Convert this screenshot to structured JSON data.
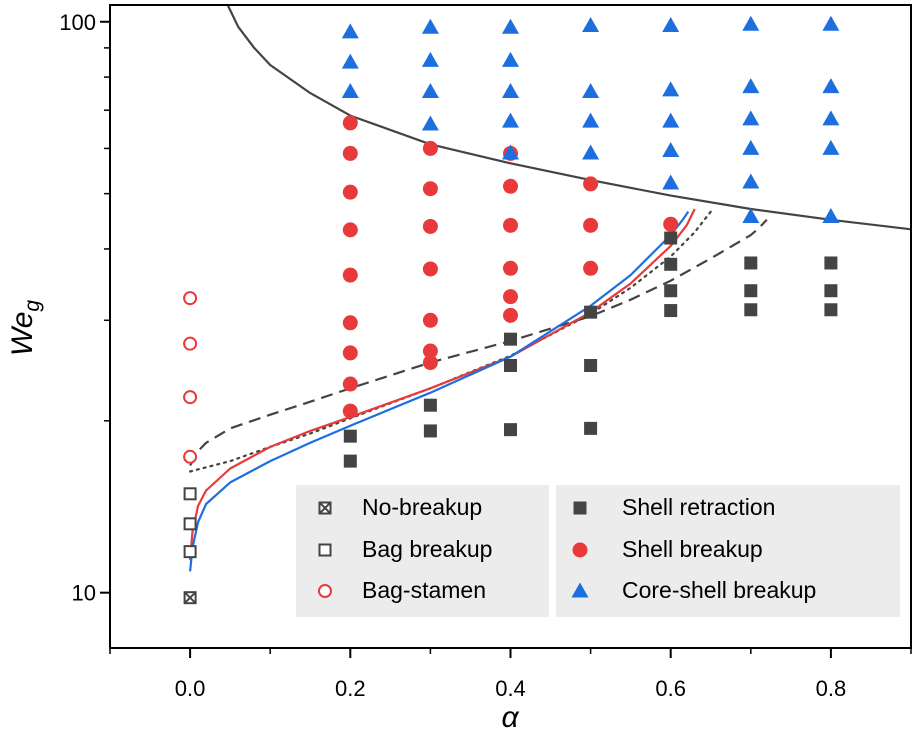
{
  "chart_data": {
    "type": "scatter",
    "xlabel": "α",
    "ylabel": "We",
    "ylabel_sub": "g",
    "xlim": [
      -0.1,
      0.9
    ],
    "ylim": [
      8.0,
      107.0
    ],
    "y_scale": "log",
    "x_ticks": [
      0.0,
      0.2,
      0.4,
      0.6,
      0.8
    ],
    "x_tick_labels": [
      "0.0",
      "0.2",
      "0.4",
      "0.6",
      "0.8"
    ],
    "y_ticks": [
      10,
      100
    ],
    "y_tick_labels": [
      "10",
      "100"
    ],
    "grid": false,
    "colors": {
      "gray": "#444444",
      "red": "#e83a3a",
      "blue": "#1d6fe0",
      "legend_bg": "#ececec"
    },
    "legend_left": [
      {
        "label": "No-breakup",
        "marker": "crossed-square"
      },
      {
        "label": "Bag breakup",
        "marker": "open-square"
      },
      {
        "label": "Bag-stamen",
        "marker": "open-circle"
      }
    ],
    "legend_right": [
      {
        "label": "Shell retraction",
        "marker": "filled-square"
      },
      {
        "label": "Shell breakup",
        "marker": "filled-circle"
      },
      {
        "label": "Core-shell breakup",
        "marker": "filled-triangle"
      }
    ],
    "series": [
      {
        "name": "No-breakup",
        "marker": "crossed-square",
        "color": "#444444",
        "points": [
          [
            0.0,
            9.8
          ]
        ]
      },
      {
        "name": "Bag breakup",
        "marker": "open-square",
        "color": "#444444",
        "points": [
          [
            0.0,
            11.8
          ],
          [
            0.0,
            13.2
          ],
          [
            0.0,
            14.9
          ]
        ]
      },
      {
        "name": "Bag-stamen",
        "marker": "open-circle",
        "color": "#e83a3a",
        "points": [
          [
            0.0,
            17.3
          ],
          [
            0.0,
            22.0
          ],
          [
            0.0,
            27.3
          ],
          [
            0.0,
            32.8
          ]
        ]
      },
      {
        "name": "Shell retraction",
        "marker": "filled-square",
        "color": "#444444",
        "points": [
          [
            0.2,
            17.0
          ],
          [
            0.2,
            18.8
          ],
          [
            0.3,
            19.2
          ],
          [
            0.3,
            21.3
          ],
          [
            0.4,
            19.3
          ],
          [
            0.4,
            25.0
          ],
          [
            0.4,
            27.8
          ],
          [
            0.5,
            19.4
          ],
          [
            0.5,
            25.0
          ],
          [
            0.5,
            31.0
          ],
          [
            0.6,
            31.2
          ],
          [
            0.6,
            33.8
          ],
          [
            0.6,
            37.6
          ],
          [
            0.6,
            41.8
          ],
          [
            0.7,
            31.3
          ],
          [
            0.7,
            33.8
          ],
          [
            0.7,
            37.8
          ],
          [
            0.8,
            31.3
          ],
          [
            0.8,
            33.8
          ],
          [
            0.8,
            37.8
          ]
        ]
      },
      {
        "name": "Shell breakup",
        "marker": "filled-circle",
        "color": "#e83a3a",
        "points": [
          [
            0.2,
            20.8
          ],
          [
            0.2,
            23.2
          ],
          [
            0.2,
            26.3
          ],
          [
            0.2,
            29.7
          ],
          [
            0.2,
            36.0
          ],
          [
            0.2,
            43.2
          ],
          [
            0.2,
            50.3
          ],
          [
            0.2,
            58.8
          ],
          [
            0.2,
            66.5
          ],
          [
            0.3,
            25.3
          ],
          [
            0.3,
            26.5
          ],
          [
            0.3,
            30.0
          ],
          [
            0.3,
            36.9
          ],
          [
            0.3,
            43.8
          ],
          [
            0.3,
            51.0
          ],
          [
            0.3,
            60.0
          ],
          [
            0.4,
            30.6
          ],
          [
            0.4,
            33.0
          ],
          [
            0.4,
            37.0
          ],
          [
            0.4,
            44.0
          ],
          [
            0.4,
            51.5
          ],
          [
            0.4,
            58.8
          ],
          [
            0.5,
            37.0
          ],
          [
            0.5,
            44.0
          ],
          [
            0.5,
            52.0
          ],
          [
            0.6,
            44.2
          ]
        ]
      },
      {
        "name": "Core-shell breakup",
        "marker": "filled-triangle",
        "color": "#1d6fe0",
        "points": [
          [
            0.2,
            75.5
          ],
          [
            0.2,
            85.0
          ],
          [
            0.2,
            96.0
          ],
          [
            0.3,
            66.2
          ],
          [
            0.3,
            75.5
          ],
          [
            0.3,
            85.6
          ],
          [
            0.3,
            97.8
          ],
          [
            0.4,
            58.9
          ],
          [
            0.4,
            67.0
          ],
          [
            0.4,
            75.5
          ],
          [
            0.4,
            85.6
          ],
          [
            0.4,
            97.8
          ],
          [
            0.5,
            58.9
          ],
          [
            0.5,
            67.0
          ],
          [
            0.5,
            75.5
          ],
          [
            0.5,
            98.5
          ],
          [
            0.6,
            52.2
          ],
          [
            0.6,
            59.5
          ],
          [
            0.6,
            67.0
          ],
          [
            0.6,
            76.0
          ],
          [
            0.6,
            98.5
          ],
          [
            0.7,
            45.6
          ],
          [
            0.7,
            52.4
          ],
          [
            0.7,
            60.0
          ],
          [
            0.7,
            67.6
          ],
          [
            0.7,
            77.0
          ],
          [
            0.7,
            99.0
          ],
          [
            0.8,
            45.6
          ],
          [
            0.8,
            60.0
          ],
          [
            0.8,
            67.6
          ],
          [
            0.8,
            77.0
          ],
          [
            0.8,
            99.0
          ]
        ]
      }
    ],
    "curves": [
      {
        "style": "solid",
        "color": "#444444",
        "points": [
          [
            0.047,
            107.0
          ],
          [
            0.06,
            98.0
          ],
          [
            0.08,
            90.0
          ],
          [
            0.1,
            84.0
          ],
          [
            0.15,
            75.0
          ],
          [
            0.2,
            68.5
          ],
          [
            0.3,
            61.0
          ],
          [
            0.4,
            56.5
          ],
          [
            0.5,
            52.8
          ],
          [
            0.6,
            49.6
          ],
          [
            0.7,
            47.0
          ],
          [
            0.8,
            45.0
          ],
          [
            0.9,
            43.3
          ]
        ]
      },
      {
        "style": "dashed",
        "color": "#444444",
        "points": [
          [
            0.0,
            16.7
          ],
          [
            0.01,
            17.7
          ],
          [
            0.02,
            18.3
          ],
          [
            0.05,
            19.4
          ],
          [
            0.1,
            20.5
          ],
          [
            0.15,
            21.6
          ],
          [
            0.2,
            22.8
          ],
          [
            0.3,
            25.3
          ],
          [
            0.4,
            27.6
          ],
          [
            0.5,
            30.5
          ],
          [
            0.55,
            32.6
          ],
          [
            0.6,
            35.2
          ],
          [
            0.65,
            38.5
          ],
          [
            0.7,
            42.3
          ],
          [
            0.71,
            43.5
          ],
          [
            0.72,
            45.0
          ]
        ]
      },
      {
        "style": "dotted",
        "color": "#444444",
        "points": [
          [
            0.0,
            16.3
          ],
          [
            0.05,
            17.0
          ],
          [
            0.1,
            18.0
          ],
          [
            0.15,
            19.0
          ],
          [
            0.2,
            20.2
          ],
          [
            0.3,
            22.8
          ],
          [
            0.4,
            26.0
          ],
          [
            0.5,
            30.8
          ],
          [
            0.55,
            34.2
          ],
          [
            0.6,
            38.8
          ],
          [
            0.63,
            42.8
          ],
          [
            0.65,
            46.5
          ]
        ]
      },
      {
        "style": "solid",
        "color": "#e83a3a",
        "points": [
          [
            0.0,
            11.4
          ],
          [
            0.003,
            12.8
          ],
          [
            0.01,
            14.2
          ],
          [
            0.02,
            15.1
          ],
          [
            0.05,
            16.5
          ],
          [
            0.1,
            18.0
          ],
          [
            0.15,
            19.2
          ],
          [
            0.2,
            20.3
          ],
          [
            0.3,
            22.8
          ],
          [
            0.4,
            25.9
          ],
          [
            0.5,
            31.0
          ],
          [
            0.55,
            34.8
          ],
          [
            0.6,
            40.5
          ],
          [
            0.62,
            44.0
          ],
          [
            0.63,
            47.0
          ]
        ]
      },
      {
        "style": "solid",
        "color": "#1d6fe0",
        "points": [
          [
            0.0,
            10.9
          ],
          [
            0.003,
            12.0
          ],
          [
            0.01,
            13.3
          ],
          [
            0.02,
            14.3
          ],
          [
            0.05,
            15.6
          ],
          [
            0.1,
            17.0
          ],
          [
            0.15,
            18.3
          ],
          [
            0.2,
            19.6
          ],
          [
            0.3,
            22.4
          ],
          [
            0.4,
            25.9
          ],
          [
            0.5,
            31.8
          ],
          [
            0.55,
            36.0
          ],
          [
            0.6,
            42.3
          ],
          [
            0.615,
            45.0
          ],
          [
            0.622,
            46.5
          ]
        ]
      }
    ]
  }
}
